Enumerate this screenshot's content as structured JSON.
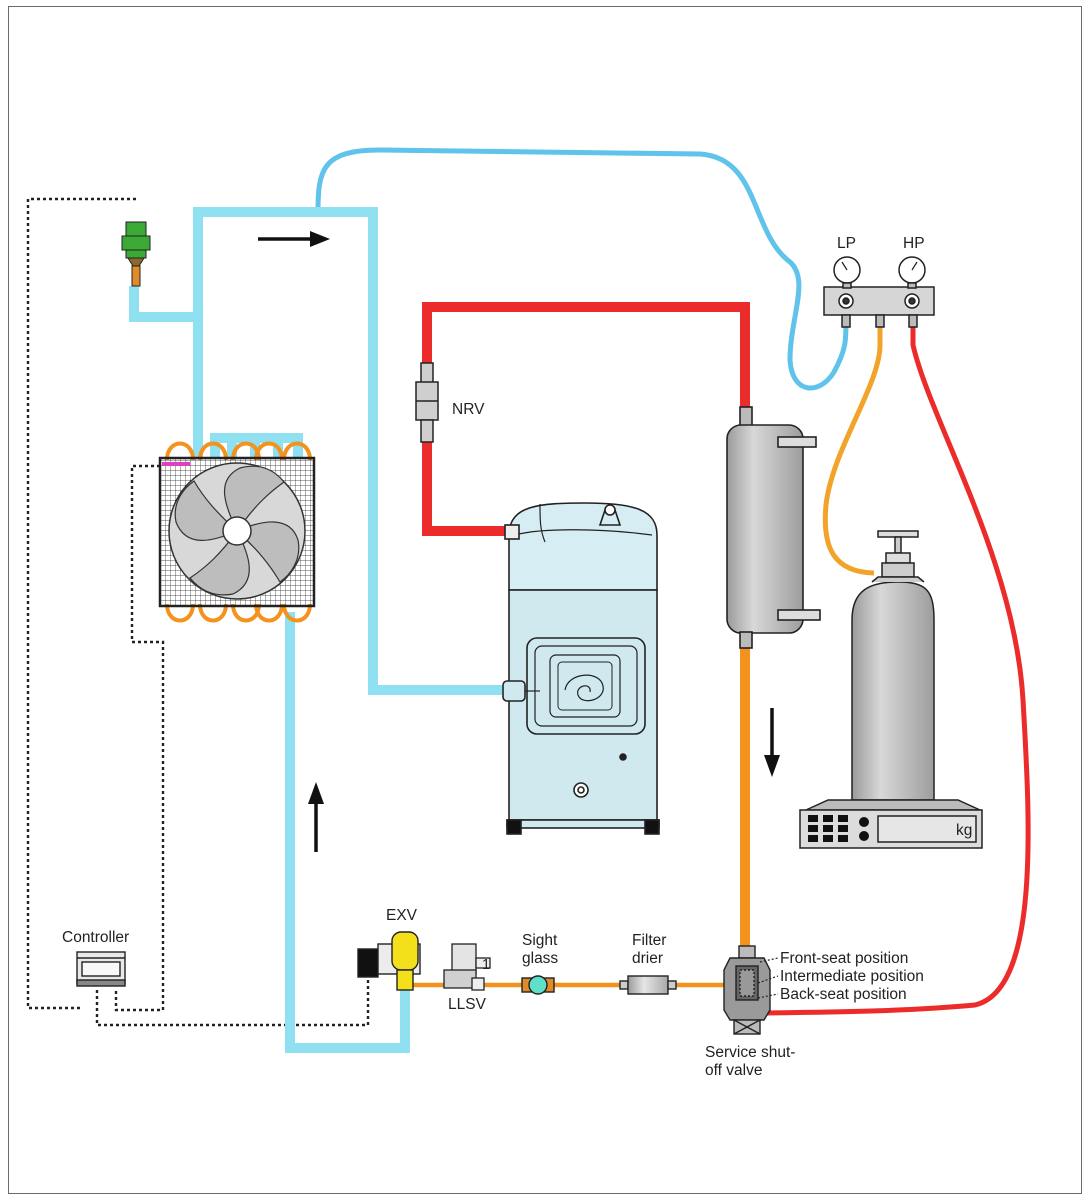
{
  "labels": {
    "lp": "LP",
    "hp": "HP",
    "nrv": "NRV",
    "controller": "Controller",
    "exv": "EXV",
    "llsv": "LLSV",
    "sight_glass_1": "Sight",
    "sight_glass_2": "glass",
    "filter_drier_1": "Filter",
    "filter_drier_2": "drier",
    "front_seat": "Front-seat position",
    "intermediate": "Intermediate position",
    "back_seat": "Back-seat position",
    "service_valve_1": "Service shut-",
    "service_valve_2": "off valve",
    "scale_unit": "kg",
    "llsv_coil_number": "1"
  },
  "colors": {
    "suction_line": "#8fe0f0",
    "gauge_hose_blue": "#5fc3ec",
    "discharge_line": "#ec2b2b",
    "liquid_line": "#f4921e",
    "charge_hose_orange": "#f2a42a",
    "sensor_green": "#3aaa35",
    "exv_yellow": "#f4e01a",
    "coil_orange": "#f4921e",
    "component_grey": "#c8c8c8",
    "compressor_body": "#cfe9ee"
  },
  "icons": {
    "flow_arrows": "arrow-icon",
    "fan": "fan-icon",
    "pressure_gauge": "gauge-icon"
  }
}
